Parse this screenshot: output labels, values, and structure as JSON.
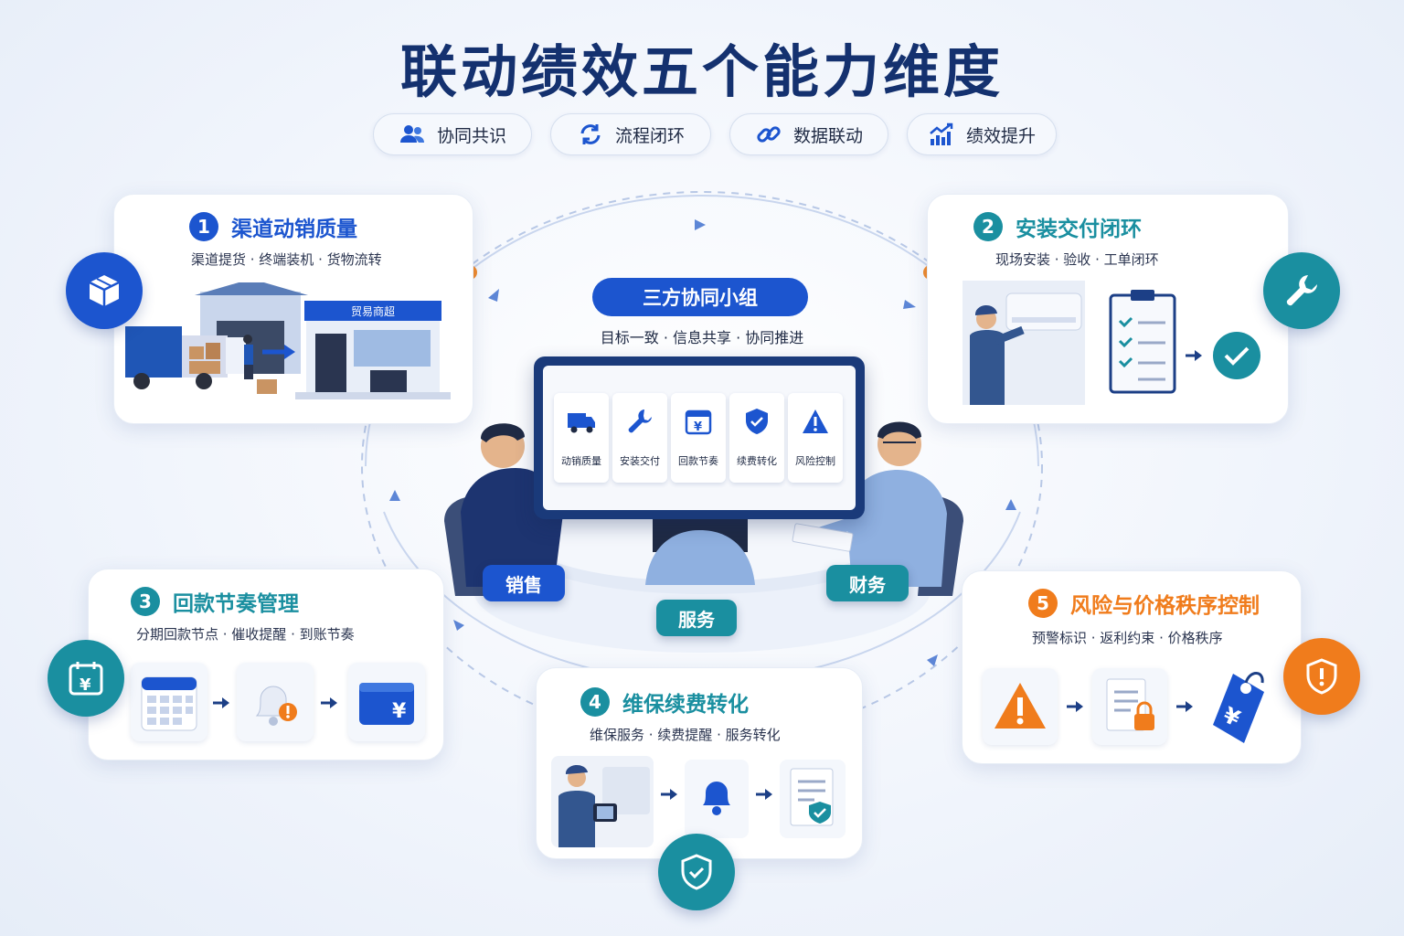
{
  "title": "联动绩效五个能力维度",
  "tags": [
    {
      "label": "协同共识",
      "icon": "users-icon"
    },
    {
      "label": "流程闭环",
      "icon": "refresh-icon"
    },
    {
      "label": "数据联动",
      "icon": "link-icon"
    },
    {
      "label": "绩效提升",
      "icon": "growth-chart-icon"
    }
  ],
  "center": {
    "team_label": "三方协同小组",
    "subtitle": "目标一致 · 信息共享 · 协同推进",
    "screen_modules": [
      "动销质量",
      "安装交付",
      "回款节奏",
      "续费转化",
      "风险控制"
    ],
    "roles": {
      "sales": "销售",
      "service": "服务",
      "finance": "财务"
    },
    "store_sign": "贸易商超"
  },
  "dimensions": [
    {
      "number": "1",
      "title": "渠道动销质量",
      "subtitle": "渠道提货 · 终端装机 · 货物流转",
      "color": "#1c55cf"
    },
    {
      "number": "2",
      "title": "安装交付闭环",
      "subtitle": "现场安装 · 验收 · 工单闭环",
      "color": "#1a8fa0"
    },
    {
      "number": "3",
      "title": "回款节奏管理",
      "subtitle": "分期回款节点 · 催收提醒 · 到账节奏",
      "color": "#1a8fa0"
    },
    {
      "number": "4",
      "title": "维保续费转化",
      "subtitle": "维保服务 · 续费提醒 · 服务转化",
      "color": "#1a8fa0"
    },
    {
      "number": "5",
      "title": "风险与价格秩序控制",
      "subtitle": "预警标识 · 返利约束 · 价格秩序",
      "color": "#f07c1c"
    }
  ],
  "colors": {
    "navy": "#14316f",
    "blue": "#1c55cf",
    "teal": "#1a8fa0",
    "orange": "#f07c1c"
  }
}
